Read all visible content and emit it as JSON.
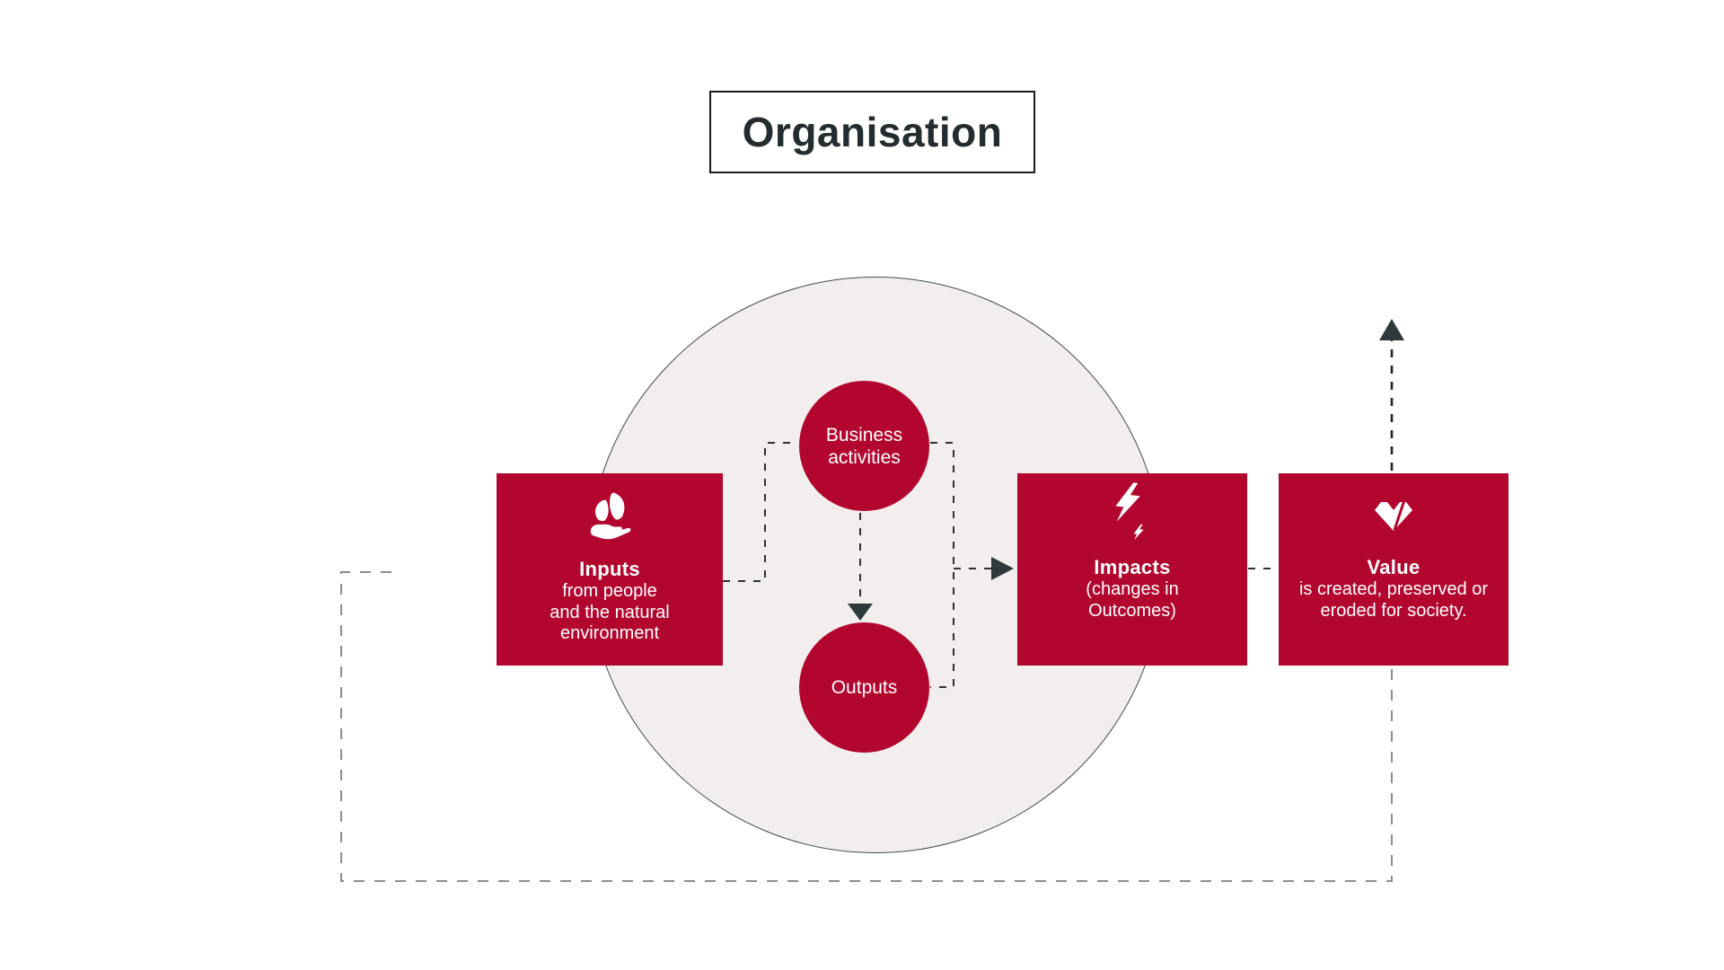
{
  "title": {
    "label": "Organisation"
  },
  "colors": {
    "accent_red": "#B2062E",
    "boundary_circle_fill": "#F2EEEE",
    "ink_dark": "#2E393C",
    "dash_gray": "#8D8D8D",
    "text_on_red": "#FFFFFF",
    "background": "#FFFFFF"
  },
  "nodes": {
    "business_activities": {
      "lines": [
        "Business",
        "activities"
      ]
    },
    "outputs": {
      "label": "Outputs"
    },
    "inputs": {
      "icon": "hand-holding-leaves-icon",
      "heading": "Inputs",
      "lines": [
        "from people",
        "and the natural",
        "environment"
      ]
    },
    "impacts": {
      "icon": "lightning-bolt-icon",
      "heading": "Impacts",
      "lines": [
        "(changes in",
        "Outcomes)"
      ]
    },
    "value": {
      "icon": "gem-icon",
      "heading": "Value",
      "lines": [
        "is created, preserved or",
        "eroded for society."
      ]
    }
  }
}
